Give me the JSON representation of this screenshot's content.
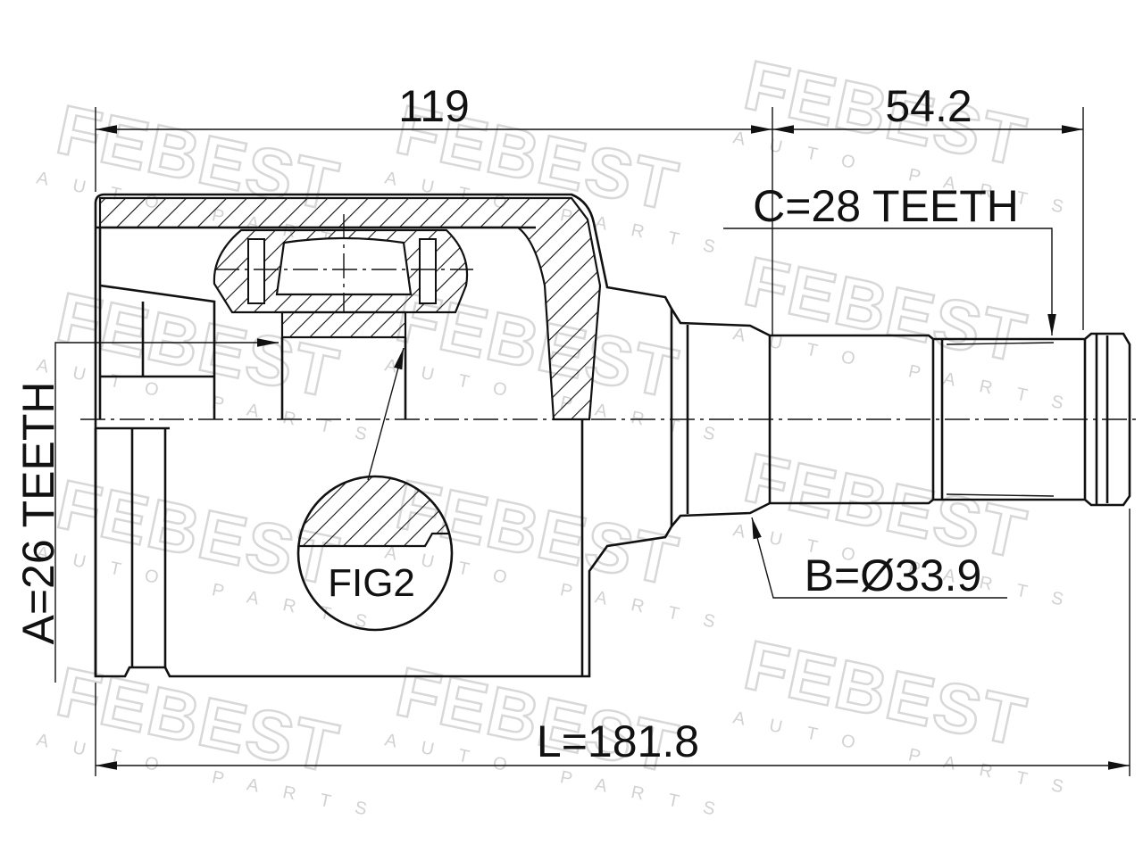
{
  "watermark": {
    "brand": "FEBEST",
    "sub": "AUTO PARTS"
  },
  "dimensions": {
    "housing_length": "119",
    "shaft_length": "54.2",
    "total_length": "L=181.8",
    "outer_spline": "C=28 TEETH",
    "inner_spline": "A=26 TEETH",
    "seal_diameter": "B=Ø33.9"
  },
  "detail": {
    "label": "FIG2"
  }
}
